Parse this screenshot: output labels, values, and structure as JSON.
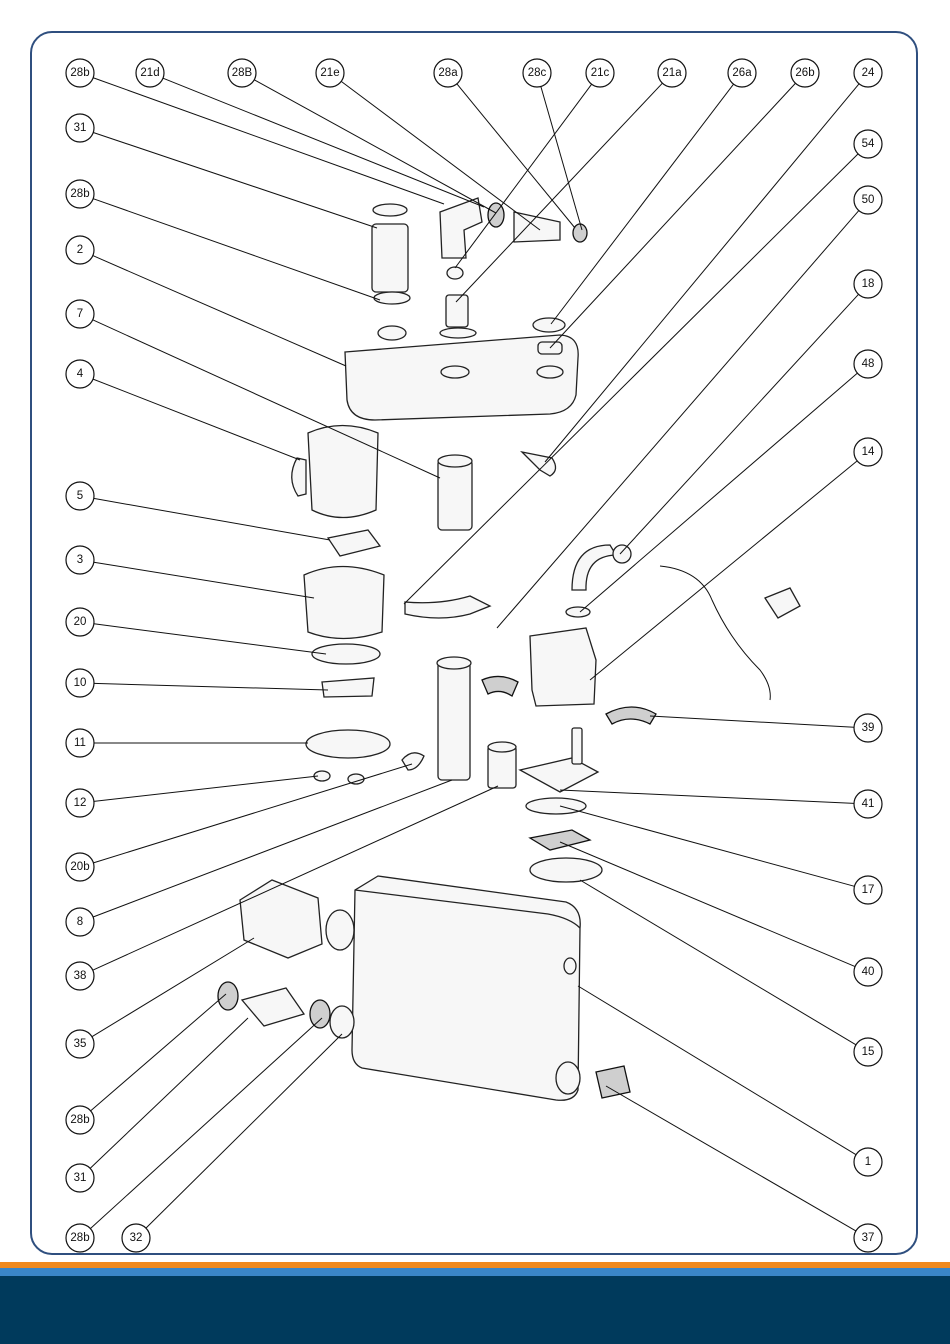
{
  "diagram": {
    "callouts": [
      "28b",
      "21d",
      "28B",
      "21e",
      "28a",
      "28c",
      "21c",
      "21a",
      "26a",
      "26b",
      "24",
      "31",
      "54",
      "28b",
      "50",
      "2",
      "18",
      "7",
      "48",
      "4",
      "14",
      "5",
      "3",
      "20",
      "10",
      "39",
      "11",
      "41",
      "12",
      "20b",
      "17",
      "8",
      "40",
      "38",
      "15",
      "35",
      "28b",
      "1",
      "31",
      "28b",
      "32",
      "37"
    ]
  },
  "colors": {
    "frame_border": "#2f4f7f",
    "footer_orange": "#f08a1e",
    "footer_blue": "#3a86c8",
    "footer_navy": "#003a5c"
  }
}
